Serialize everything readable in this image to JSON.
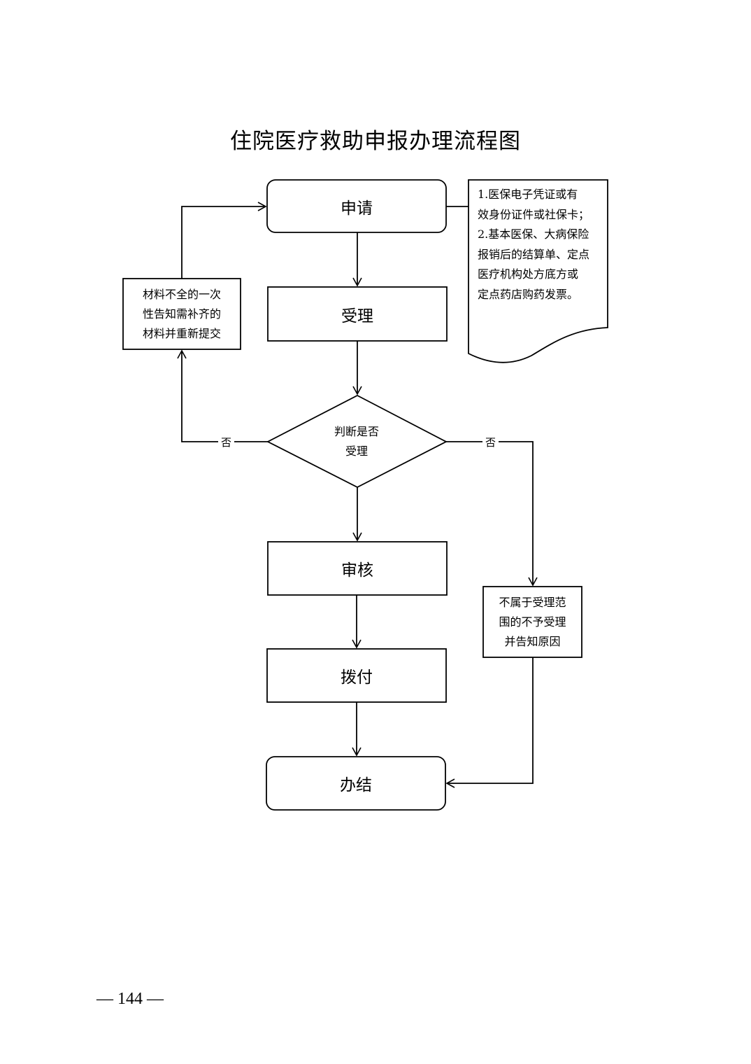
{
  "title": "住院医疗救助申报办理流程图",
  "nodes": {
    "apply": "申请",
    "accept": "受理",
    "decision": [
      "判断是否",
      "受理"
    ],
    "review": "审核",
    "payment": "拨付",
    "complete": "办结",
    "incomplete": [
      "材料不全的一次",
      "性告知需补齐的",
      "材料并重新提交"
    ],
    "reject": [
      "不属于受理范",
      "围的不予受理",
      "并告知原因"
    ]
  },
  "note": {
    "lines": [
      "1.医保电子凭证或有",
      "效身份证件或社保卡；",
      "2.基本医保、大病保险",
      "报销后的结算单、定点",
      "医疗机构处方底方或",
      "定点药店购药发票。"
    ]
  },
  "edge_labels": {
    "left_no": "否",
    "right_no": "否"
  },
  "page_number": "— 144 —"
}
